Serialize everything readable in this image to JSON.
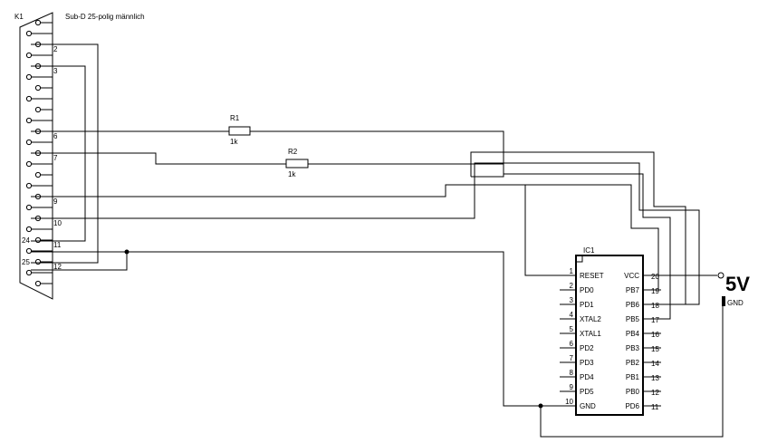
{
  "connector": {
    "ref": "K1",
    "title": "Sub-D 25-polig männlich",
    "pin_labels": [
      "2",
      "3",
      "6",
      "7",
      "9",
      "10",
      "24",
      "11",
      "25",
      "12"
    ]
  },
  "resistors": [
    {
      "ref": "R1",
      "value": "1k"
    },
    {
      "ref": "R2",
      "value": "1k"
    }
  ],
  "ic": {
    "ref": "IC1",
    "left_pins": [
      {
        "num": "1",
        "name": "RESET"
      },
      {
        "num": "2",
        "name": "PD0"
      },
      {
        "num": "3",
        "name": "PD1"
      },
      {
        "num": "4",
        "name": "XTAL2"
      },
      {
        "num": "5",
        "name": "XTAL1"
      },
      {
        "num": "6",
        "name": "PD2"
      },
      {
        "num": "7",
        "name": "PD3"
      },
      {
        "num": "8",
        "name": "PD4"
      },
      {
        "num": "9",
        "name": "PD5"
      },
      {
        "num": "10",
        "name": "GND"
      }
    ],
    "right_pins": [
      {
        "num": "20",
        "name": "VCC"
      },
      {
        "num": "19",
        "name": "PB7"
      },
      {
        "num": "18",
        "name": "PB6"
      },
      {
        "num": "17",
        "name": "PB5"
      },
      {
        "num": "16",
        "name": "PB4"
      },
      {
        "num": "15",
        "name": "PB3"
      },
      {
        "num": "14",
        "name": "PB2"
      },
      {
        "num": "13",
        "name": "PB1"
      },
      {
        "num": "12",
        "name": "PB0"
      },
      {
        "num": "11",
        "name": "PD6"
      }
    ]
  },
  "power": {
    "vcc_label": "5V",
    "gnd_label": "GND"
  }
}
